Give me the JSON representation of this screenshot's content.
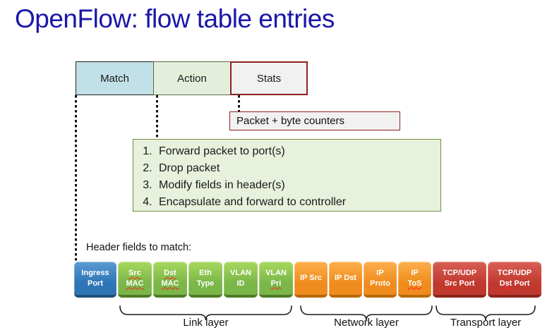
{
  "title": "OpenFlow: flow table entries",
  "flow_table": {
    "columns": [
      {
        "key": "match",
        "label": "Match"
      },
      {
        "key": "action",
        "label": "Action"
      },
      {
        "key": "stats",
        "label": "Stats"
      }
    ]
  },
  "stats_detail": {
    "label": "Packet + byte counters"
  },
  "actions": {
    "items": [
      "Forward packet to port(s)",
      "Drop packet",
      "Modify fields in header(s)",
      "Encapsulate and forward to controller"
    ]
  },
  "match_detail": {
    "caption": "Header fields to match:",
    "fields": [
      {
        "id": "ingress-port",
        "group": "ingress",
        "lines": [
          [
            {
              "text": "Ingress",
              "misspelled": false
            }
          ],
          [
            {
              "text": "Port",
              "misspelled": false
            }
          ]
        ]
      },
      {
        "id": "src-mac",
        "group": "link",
        "lines": [
          [
            {
              "text": "Src",
              "misspelled": true
            }
          ],
          [
            {
              "text": "MAC",
              "misspelled": true
            }
          ]
        ]
      },
      {
        "id": "dst-mac",
        "group": "link",
        "lines": [
          [
            {
              "text": "Dst",
              "misspelled": true
            }
          ],
          [
            {
              "text": "MAC",
              "misspelled": true
            }
          ]
        ]
      },
      {
        "id": "eth-type",
        "group": "link",
        "lines": [
          [
            {
              "text": "Eth",
              "misspelled": false
            }
          ],
          [
            {
              "text": "Type",
              "misspelled": false
            }
          ]
        ]
      },
      {
        "id": "vlan-id",
        "group": "link",
        "lines": [
          [
            {
              "text": "VLAN",
              "misspelled": false
            }
          ],
          [
            {
              "text": "ID",
              "misspelled": false
            }
          ]
        ]
      },
      {
        "id": "vlan-pri",
        "group": "link",
        "lines": [
          [
            {
              "text": "VLAN",
              "misspelled": false
            }
          ],
          [
            {
              "text": "Pri",
              "misspelled": true
            }
          ]
        ]
      },
      {
        "id": "ip-src",
        "group": "network",
        "lines": [
          [
            {
              "text": "IP Src",
              "misspelled": false
            }
          ]
        ]
      },
      {
        "id": "ip-dst",
        "group": "network",
        "lines": [
          [
            {
              "text": "IP Dst",
              "misspelled": false
            }
          ]
        ]
      },
      {
        "id": "ip-proto",
        "group": "network",
        "lines": [
          [
            {
              "text": "IP",
              "misspelled": false
            }
          ],
          [
            {
              "text": "Proto",
              "misspelled": false
            }
          ]
        ]
      },
      {
        "id": "ip-tos",
        "group": "network",
        "lines": [
          [
            {
              "text": "IP",
              "misspelled": false
            }
          ],
          [
            {
              "text": "ToS",
              "misspelled": true
            }
          ]
        ]
      },
      {
        "id": "tcp-udp-src-port",
        "group": "transport",
        "lines": [
          [
            {
              "text": "TCP/UDP",
              "misspelled": false
            }
          ],
          [
            {
              "text": "Src",
              "misspelled": true
            },
            {
              "text": "Port",
              "misspelled": false
            }
          ]
        ]
      },
      {
        "id": "tcp-udp-dst-port",
        "group": "transport",
        "lines": [
          [
            {
              "text": "TCP/UDP",
              "misspelled": false
            }
          ],
          [
            {
              "text": "Dst",
              "misspelled": true
            },
            {
              "text": "Port",
              "misspelled": false
            }
          ]
        ]
      }
    ]
  },
  "layer_groups": [
    {
      "key": "link",
      "label": "Link layer"
    },
    {
      "key": "network",
      "label": "Network layer"
    },
    {
      "key": "transport",
      "label": "Transport layer"
    }
  ],
  "palette": {
    "title": "#1b16a6",
    "match_fill": "#c2e0e8",
    "match_border": "#222222",
    "action_fill": "#e4efdb",
    "action_border": "#5d6b42",
    "stats_fill": "#f2f1f1",
    "stats_border": "#8c2121",
    "actions_box_fill": "#e7f1dc",
    "actions_box_border": "#71923f",
    "squiggle": "#ff2020",
    "groups": {
      "ingress": {
        "top": "#5b9bd5",
        "mid": "#2e75b6",
        "bot": "#1e4e79"
      },
      "link": {
        "top": "#a8d95f",
        "mid": "#7ab648",
        "bot": "#4e7d26"
      },
      "network": {
        "top": "#fcb04c",
        "mid": "#ef8c1d",
        "bot": "#b96a0a"
      },
      "transport": {
        "top": "#d95f55",
        "mid": "#c0392e",
        "bot": "#8d241c"
      }
    }
  }
}
